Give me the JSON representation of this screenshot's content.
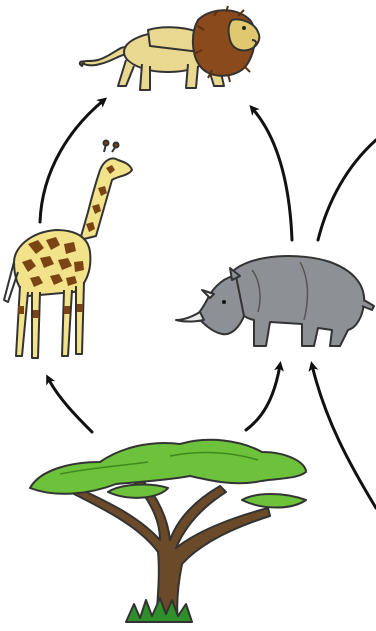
{
  "diagram": {
    "type": "food-web",
    "nodes": [
      {
        "id": "lion",
        "icon": "lion-icon"
      },
      {
        "id": "giraffe",
        "icon": "giraffe-icon"
      },
      {
        "id": "rhinoceros",
        "icon": "rhinoceros-icon"
      },
      {
        "id": "acacia-tree",
        "icon": "acacia-tree-icon"
      }
    ],
    "edges": [
      {
        "from": "acacia-tree",
        "to": "giraffe"
      },
      {
        "from": "acacia-tree",
        "to": "rhinoceros"
      },
      {
        "from": "giraffe",
        "to": "lion"
      },
      {
        "from": "rhinoceros",
        "to": "lion"
      }
    ],
    "colors": {
      "arrow": "#111111",
      "lion_body": "#e8d890",
      "lion_mane": "#8a4a1c",
      "giraffe_body": "#f2e28a",
      "giraffe_spots": "#7a4414",
      "rhino_body": "#8d9094",
      "tree_leaves": "#6cc23a",
      "tree_trunk": "#6b4a2a"
    }
  }
}
